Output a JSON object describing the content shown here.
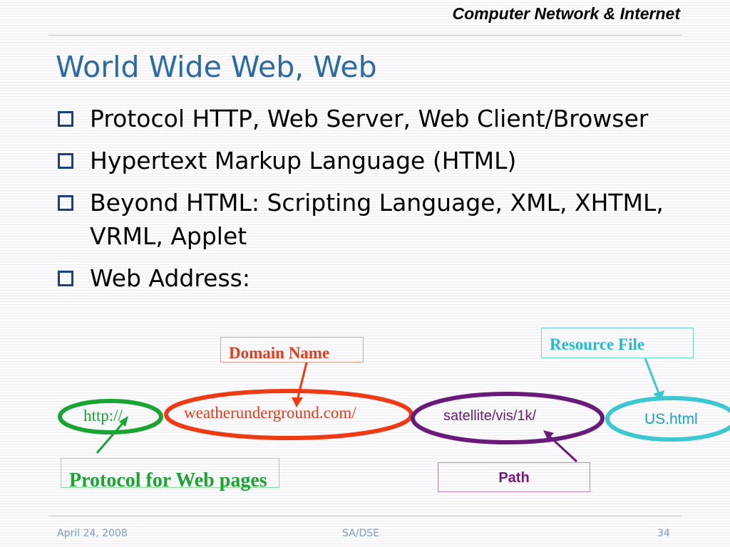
{
  "header": {
    "title": "Computer Network & Internet"
  },
  "slide": {
    "title": "World Wide Web, Web"
  },
  "bullets": [
    "Protocol HTTP, Web Server, Web Client/Browser",
    "Hypertext Markup Language (HTML)",
    "Beyond HTML: Scripting Language, XML, XHTML, VRML, Applet",
    "Web Address:"
  ],
  "diagram": {
    "segments": {
      "protocol": "http://",
      "domain": "weatherunderground.com/",
      "path": "satellite/vis/1k/",
      "file": "US.html"
    },
    "labels": {
      "protocol": "Protocol for Web pages",
      "domain": "Domain Name",
      "path": "Path",
      "file": "Resource File"
    },
    "colors": {
      "protocol": "#1aa533",
      "domain": "#f03a14",
      "path": "#6a1a7a",
      "file": "#3cc8d0"
    }
  },
  "footer": {
    "date": "April 24, 2008",
    "center": "SA/DSE",
    "page": "34"
  }
}
